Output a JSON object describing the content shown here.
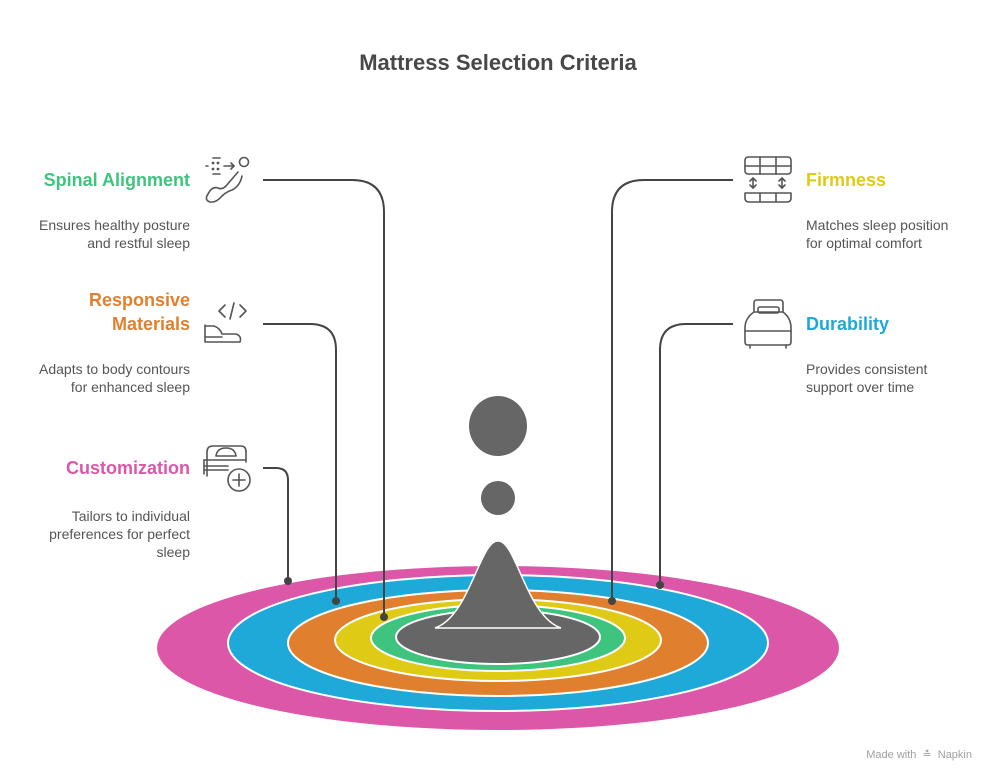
{
  "title": "Mattress Selection Criteria",
  "colors": {
    "spinal_alignment": "#3EC47F",
    "responsive_materials": "#E0802F",
    "customization": "#DD57A8",
    "firmness": "#DFCB16",
    "durability": "#1FA9D9",
    "center": "#666666",
    "line": "#444444",
    "text": "#555555",
    "title": "#484848"
  },
  "criteria": [
    {
      "id": "spinal_alignment",
      "title": "Spinal Alignment",
      "description_lines": [
        "Ensures healthy posture",
        "and restful sleep"
      ],
      "icon": "posture-arrow-icon",
      "side": "left"
    },
    {
      "id": "responsive_materials",
      "title_lines": [
        "Responsive",
        "Materials"
      ],
      "description_lines": [
        "Adapts to body contours",
        "for enhanced sleep"
      ],
      "icon": "code-hand-icon",
      "side": "left"
    },
    {
      "id": "customization",
      "title": "Customization",
      "description_lines": [
        "Tailors to individual",
        "preferences for perfect",
        "sleep"
      ],
      "icon": "bed-plus-icon",
      "side": "left"
    },
    {
      "id": "firmness",
      "title": "Firmness",
      "description_lines": [
        "Matches sleep position",
        "for optimal comfort"
      ],
      "icon": "mattress-layers-icon",
      "side": "right"
    },
    {
      "id": "durability",
      "title": "Durability",
      "description_lines": [
        "Provides consistent",
        "support over time"
      ],
      "icon": "mattress-icon",
      "side": "right"
    }
  ],
  "rings_outer_to_inner": [
    "customization",
    "durability",
    "responsive_materials",
    "firmness",
    "spinal_alignment",
    "center"
  ],
  "footer": {
    "made_with": "Made with",
    "brand": "Napkin"
  }
}
